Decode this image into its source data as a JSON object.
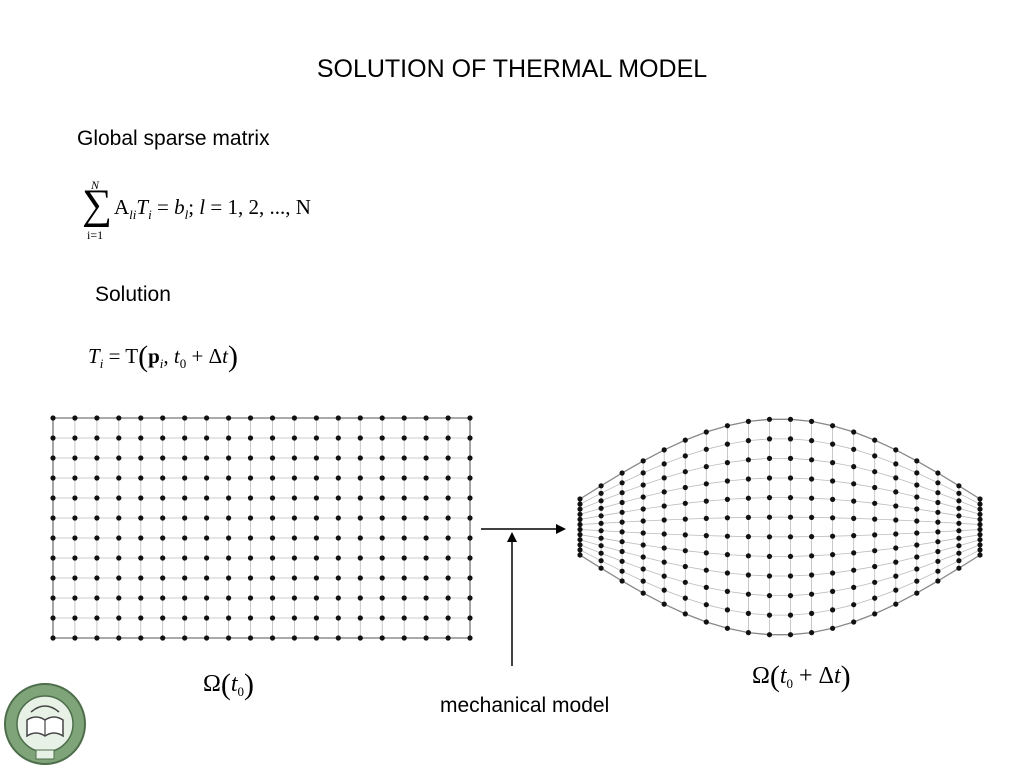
{
  "slide": {
    "title": "SOLUTION OF THERMAL MODEL",
    "subtitle_matrix": "Global sparse matrix",
    "subtitle_solution": "Solution",
    "mechanical_label": "mechanical model"
  },
  "equation1": {
    "sum_upper": "N",
    "sum_lower": "i=1",
    "sum_symbol": "∑",
    "A": "A",
    "A_sub": "li",
    "T": "T",
    "T_sub": "i",
    "equals": " = ",
    "b": "b",
    "b_sub": "l",
    "tail_sep": ";",
    "l": " l",
    "tail": " = 1, 2, ..., N"
  },
  "equation2": {
    "T": "T",
    "T_sub": "i",
    "equals": " = T",
    "p": "p",
    "p_sub": "i",
    "t": "t",
    "t_sub": "0",
    "plus": " + Δ",
    "t2": "t"
  },
  "domain_labels": {
    "left_omega": "Ω",
    "left_t": "t",
    "left_sub": "0",
    "right_omega": "Ω",
    "right_t": "t",
    "right_sub": "0",
    "right_plus": " + Δ",
    "right_t2": "t"
  },
  "diagram": {
    "grid_cols": 20,
    "grid_rows": 12,
    "node_color": "#111111",
    "edge_color": "#bbbbbb",
    "logo_colors": {
      "ring": "#7fa47a",
      "inner": "#cfe3cf",
      "book": "#555555"
    }
  }
}
